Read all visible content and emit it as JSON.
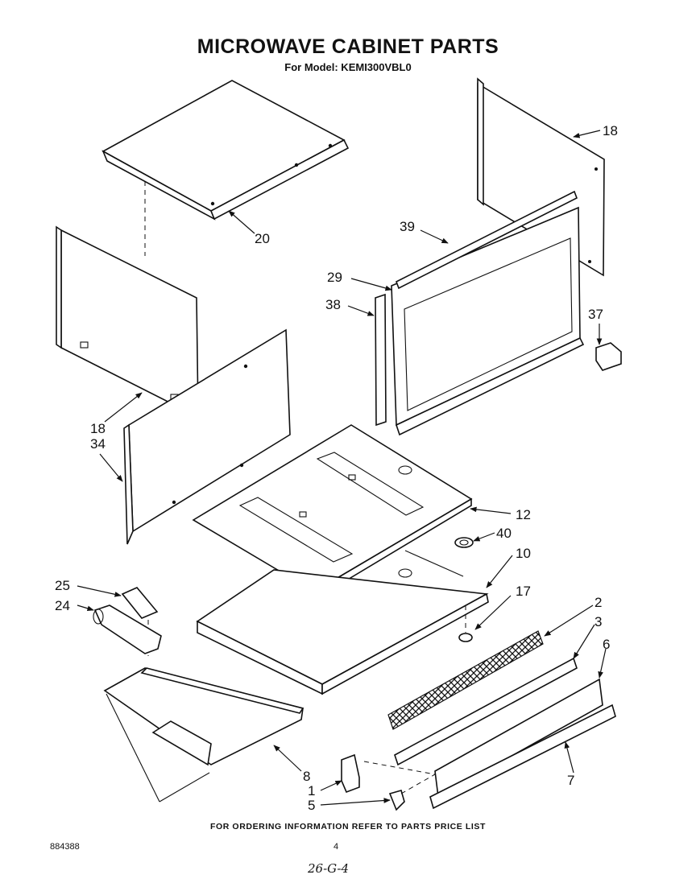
{
  "header": {
    "title": "MICROWAVE CABINET PARTS",
    "model_line": "For Model: KEMI300VBL0"
  },
  "callouts": [
    {
      "id": "c18a",
      "label": "18"
    },
    {
      "id": "c20",
      "label": "20"
    },
    {
      "id": "c39",
      "label": "39"
    },
    {
      "id": "c29",
      "label": "29"
    },
    {
      "id": "c38",
      "label": "38"
    },
    {
      "id": "c37",
      "label": "37"
    },
    {
      "id": "c18b",
      "label": "18"
    },
    {
      "id": "c34",
      "label": "34"
    },
    {
      "id": "c12",
      "label": "12"
    },
    {
      "id": "c40",
      "label": "40"
    },
    {
      "id": "c10",
      "label": "10"
    },
    {
      "id": "c25",
      "label": "25"
    },
    {
      "id": "c24",
      "label": "24"
    },
    {
      "id": "c17",
      "label": "17"
    },
    {
      "id": "c2",
      "label": "2"
    },
    {
      "id": "c3",
      "label": "3"
    },
    {
      "id": "c6",
      "label": "6"
    },
    {
      "id": "c8",
      "label": "8"
    },
    {
      "id": "c1",
      "label": "1"
    },
    {
      "id": "c5",
      "label": "5"
    },
    {
      "id": "c7",
      "label": "7"
    }
  ],
  "footer": {
    "ordering_note": "FOR ORDERING INFORMATION REFER TO PARTS PRICE LIST",
    "document_number": "884388",
    "page_number": "4",
    "handwritten_note": "26-G-4"
  }
}
